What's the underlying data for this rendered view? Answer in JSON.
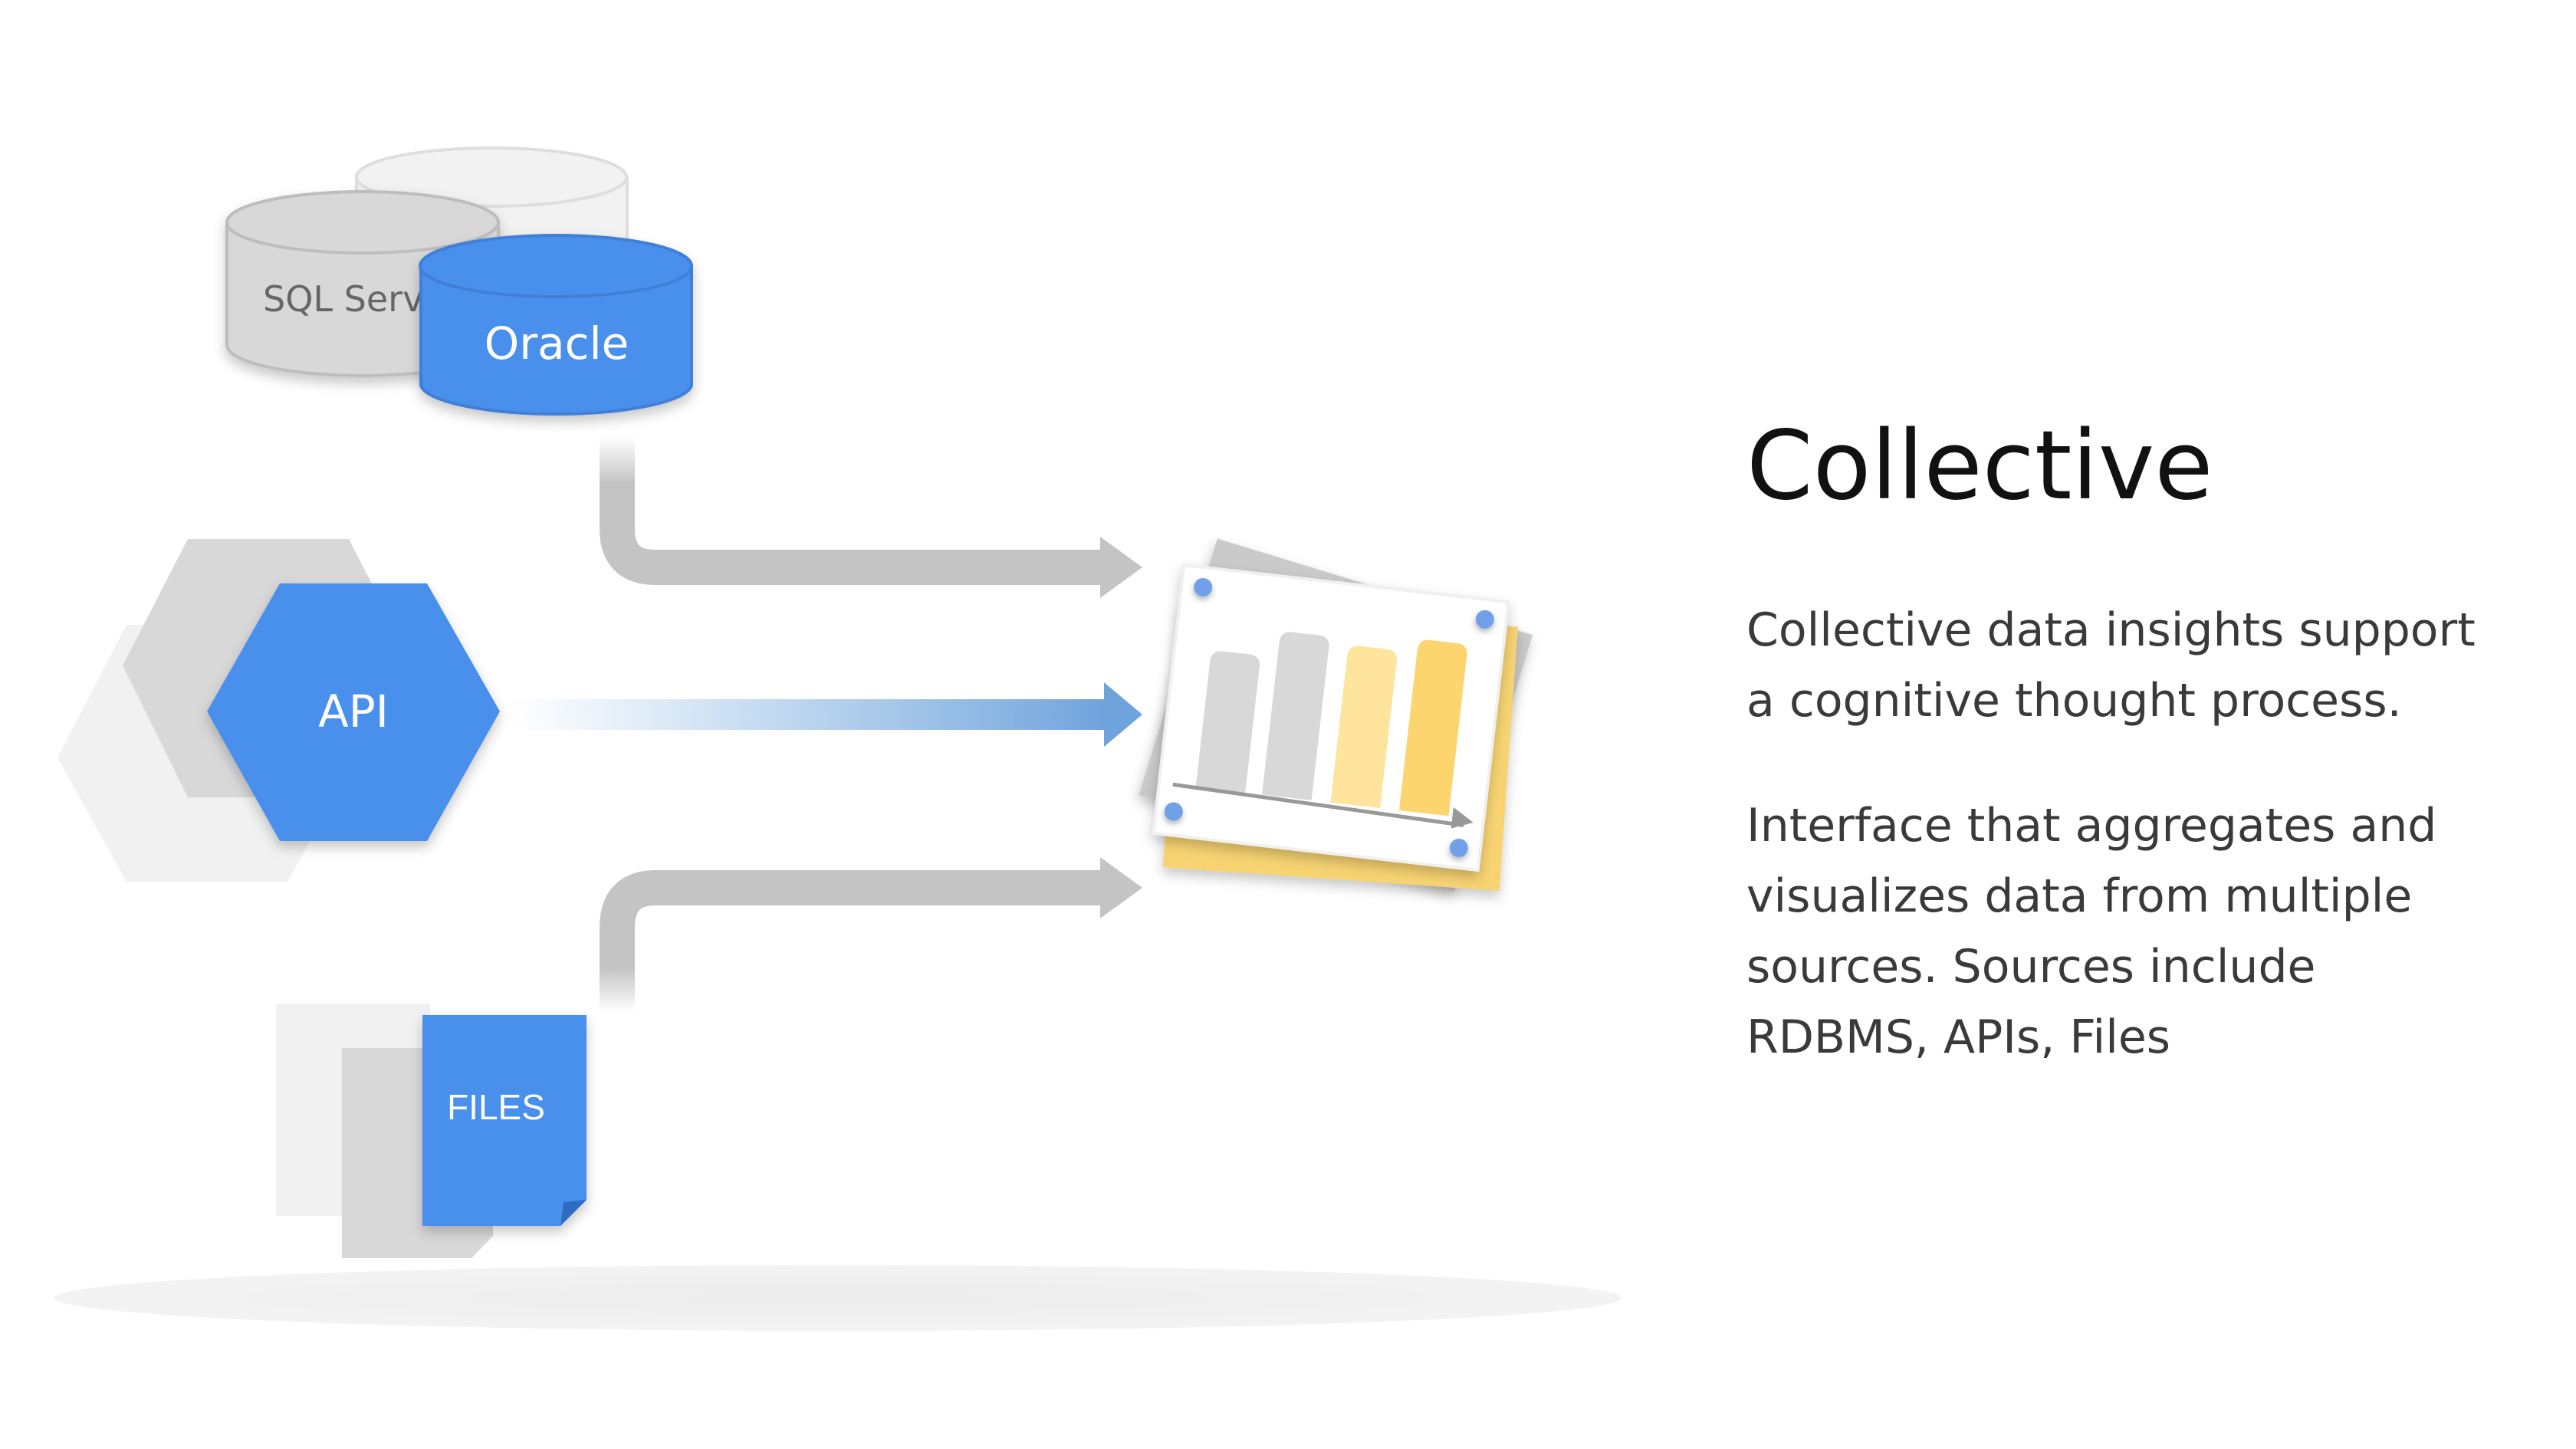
{
  "sources": {
    "db_back_label": "",
    "db_sql_label": "SQL Serv",
    "db_oracle_label": "Oracle",
    "api_label": "API",
    "files_label": "FILES"
  },
  "content": {
    "title": "Collective",
    "paragraph1": [
      "Collective data insights support",
      "a cognitive thought process."
    ],
    "paragraph2": [
      "Interface that aggregates and",
      "visualizes data from multiple",
      "sources. Sources include",
      "RDBMS, APIs, Files"
    ]
  },
  "colors": {
    "accent_blue": "#4A8FEC",
    "pin_blue": "#6FA0E8",
    "bar_gray": "#D8D8D8",
    "bar_yellow_light": "#FFE49E",
    "bar_yellow": "#FDD56E",
    "arrow_gray": "#C4C4C4"
  }
}
